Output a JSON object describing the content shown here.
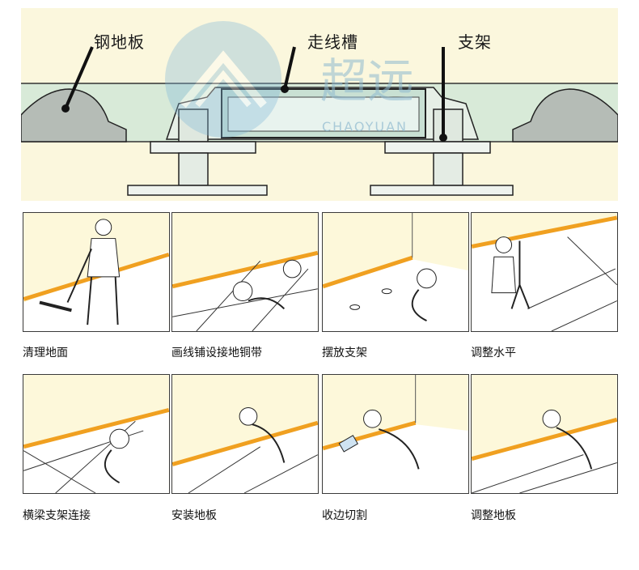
{
  "diagram": {
    "labels": {
      "steel_floor": "钢地板",
      "wire_trough": "走线槽",
      "bracket": "支架"
    },
    "watermark": {
      "brand_cn": "超远",
      "brand_en": "CHAOYUAN"
    }
  },
  "steps": [
    {
      "caption": "清理地面"
    },
    {
      "caption": "画线铺设接地铜带"
    },
    {
      "caption": "摆放支架"
    },
    {
      "caption": "调整水平"
    },
    {
      "caption": "横梁支架连接"
    },
    {
      "caption": "安装地板"
    },
    {
      "caption": "收边切割"
    },
    {
      "caption": "调整地板"
    }
  ],
  "colors": {
    "background": "#fbf7dd",
    "floor": "#d8ead8",
    "trough": "#c9e0d3",
    "orange_strip": "#f0a020",
    "outline": "#222222"
  }
}
